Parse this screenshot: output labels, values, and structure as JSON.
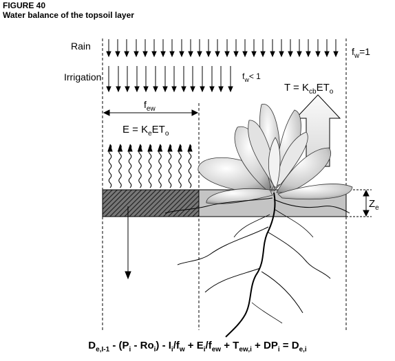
{
  "figure": {
    "label": "FIGURE 40",
    "title": "Water balance of the topsoil layer"
  },
  "diagram": {
    "rain_label": "Rain",
    "rain_fw": {
      "base": "f",
      "sub": "w",
      "rest": "=1"
    },
    "irrigation_label": "Irrigation",
    "irrigation_fw": {
      "base": "f",
      "sub": "w",
      "rest": "< 1"
    },
    "few_label": {
      "base": "f",
      "sub": "ew"
    },
    "evaporation_eq": {
      "a": "E = K",
      "sub": "e",
      "b": "ET",
      "sub2": "o"
    },
    "transpiration_eq": {
      "a": "T = K",
      "sub": "cb",
      "b": "ET",
      "sub2": "o"
    },
    "ze_label": {
      "base": "Z",
      "sub": "e"
    }
  },
  "equation": {
    "parts": [
      {
        "text": "D",
        "bold": true
      },
      {
        "sub": "e,I-1"
      },
      {
        "text": " - ("
      },
      {
        "text": "P",
        "bold": true
      },
      {
        "sub": "i"
      },
      {
        "text": " - "
      },
      {
        "text": "Ro",
        "bold": true
      },
      {
        "sub": "i"
      },
      {
        "text": ") - "
      },
      {
        "text": "I",
        "bold": true
      },
      {
        "sub": "i"
      },
      {
        "text": "/f"
      },
      {
        "sub": "w"
      },
      {
        "text": " + "
      },
      {
        "text": "E",
        "bold": true
      },
      {
        "sub": "i"
      },
      {
        "text": "/f"
      },
      {
        "sub": "ew"
      },
      {
        "text": " + "
      },
      {
        "text": "T",
        "bold": true
      },
      {
        "sub": "ew,i"
      },
      {
        "text": " + "
      },
      {
        "text": "DP",
        "bold": true
      },
      {
        "sub": "i"
      },
      {
        "text": " = "
      },
      {
        "text": "D",
        "bold": true
      },
      {
        "sub": "e,i"
      }
    ]
  }
}
